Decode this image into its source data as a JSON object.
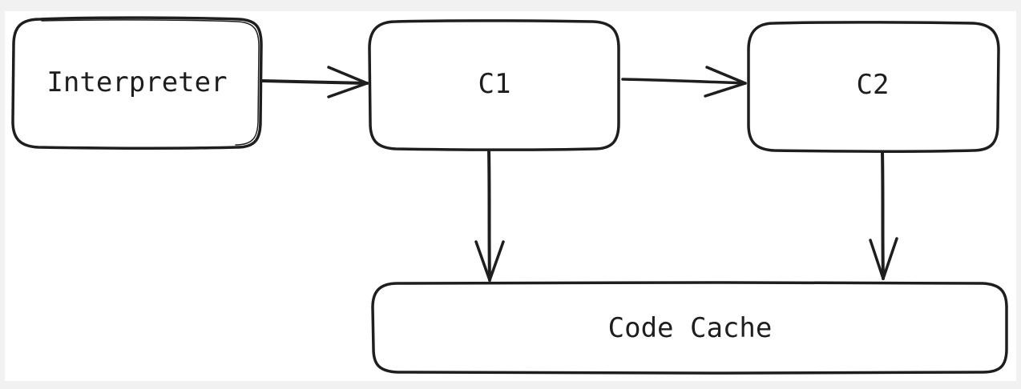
{
  "diagram": {
    "nodes": {
      "interpreter": "Interpreter",
      "c1": "C1",
      "c2": "C2",
      "code_cache": "Code Cache"
    },
    "edges": [
      {
        "from": "Interpreter",
        "to": "C1"
      },
      {
        "from": "C1",
        "to": "C2"
      },
      {
        "from": "C1",
        "to": "Code Cache"
      },
      {
        "from": "C2",
        "to": "Code Cache"
      }
    ],
    "stroke_color": "#1e1e1e",
    "fill_color": "#ffffff"
  }
}
